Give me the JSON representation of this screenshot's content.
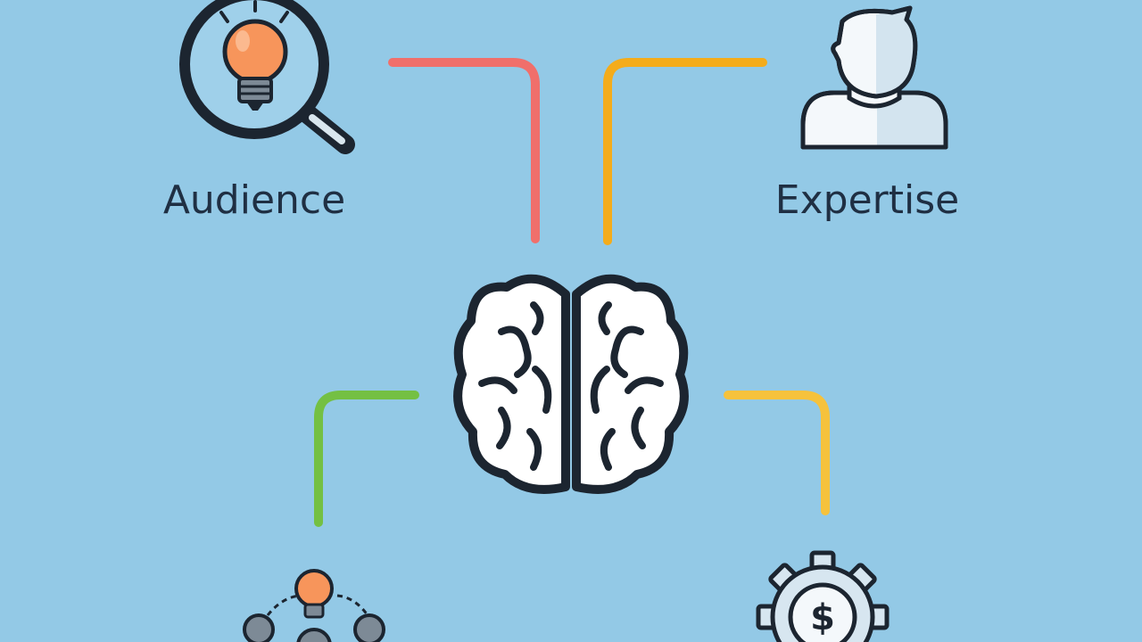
{
  "background_color": "#93c9e6",
  "diagram": {
    "center": {
      "icon": "brain-icon"
    },
    "nodes": [
      {
        "id": "audience",
        "label": "Audience",
        "icon": "lightbulb-magnifier-icon",
        "connector_color": "#f06f6b"
      },
      {
        "id": "expertise",
        "label": "Expertise",
        "icon": "person-icon",
        "connector_color": "#f4ac1b"
      },
      {
        "id": "network",
        "label": "",
        "icon": "idea-network-icon",
        "connector_color": "#74c043"
      },
      {
        "id": "monetization",
        "label": "",
        "icon": "gear-dollar-icon",
        "connector_color": "#f6c23c"
      }
    ]
  }
}
